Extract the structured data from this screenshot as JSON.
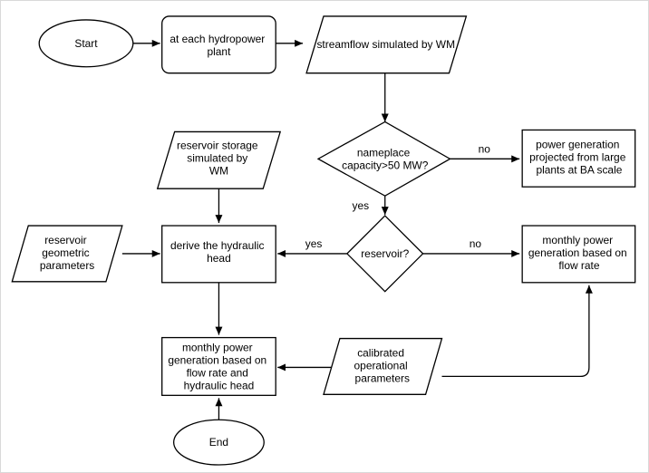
{
  "nodes": {
    "start": [
      "Start"
    ],
    "plant": [
      "at each hydropower",
      "plant"
    ],
    "streamflow": [
      "streamflow simulated by WM"
    ],
    "nameplace": [
      "nameplace",
      "capacity>50 MW?"
    ],
    "projected": [
      "power generation",
      "projected from large",
      "plants at BA scale"
    ],
    "storage": [
      "reservoir storage",
      "simulated by",
      "WM"
    ],
    "geometric": [
      "reservoir",
      "geometric",
      "parameters"
    ],
    "hydraulic": [
      "derive the hydraulic",
      "head"
    ],
    "reservoir_q": [
      "reservoir?"
    ],
    "monthly_flow": [
      "monthly power",
      "generation based on",
      "flow rate"
    ],
    "monthly_head": [
      "monthly power",
      "generation based on",
      "flow rate and",
      "hydraulic head"
    ],
    "calibrated": [
      "calibrated",
      "operational",
      "parameters"
    ],
    "end": [
      "End"
    ]
  },
  "edge_labels": {
    "no_capacity": "no",
    "yes_capacity": "yes",
    "yes_reservoir": "yes",
    "no_reservoir": "no"
  }
}
